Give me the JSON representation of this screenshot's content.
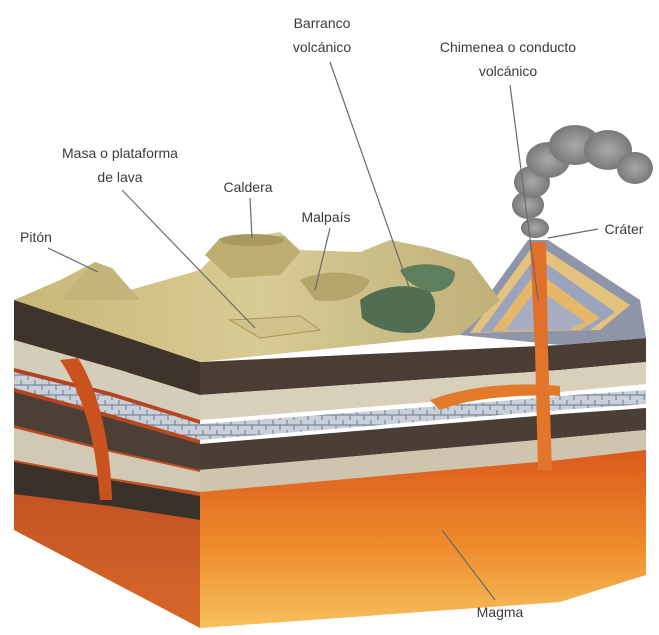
{
  "labels": {
    "barranco_line1": "Barranco",
    "barranco_line2": "volcánico",
    "chimenea_line1": "Chimenea o conducto",
    "chimenea_line2": "volcánico",
    "masa_line1": "Masa o plataforma",
    "masa_line2": "de lava",
    "caldera": "Caldera",
    "malpais": "Malpaís",
    "piton": "Pitón",
    "crater": "Cráter",
    "magma": "Magma"
  },
  "colors": {
    "magma_deep": "#e8731e",
    "magma_light": "#f4b24a",
    "surface": "#cdbf82",
    "rock_dark": "#4a3f35",
    "rock_light": "#d9d2c0",
    "smoke": "#8e8e8e",
    "vegetation": "#4f6e52"
  }
}
